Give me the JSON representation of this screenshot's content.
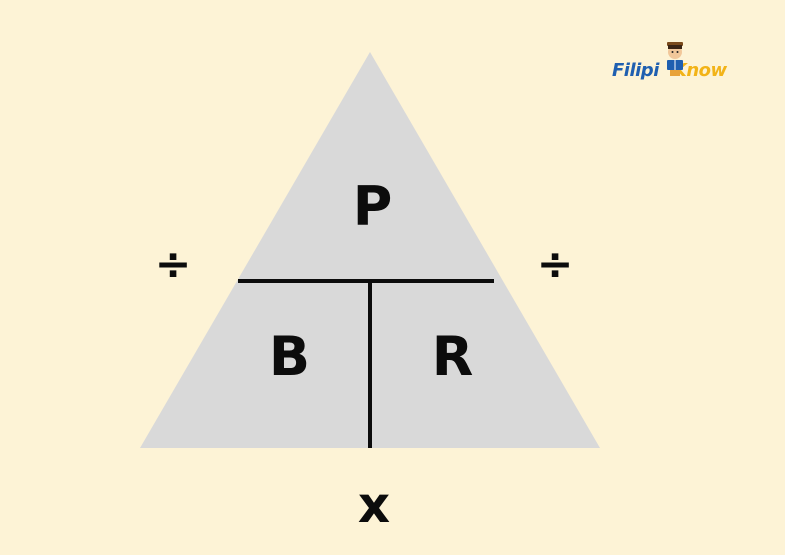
{
  "diagram": {
    "top_letter": "P",
    "bottom_left_letter": "B",
    "bottom_right_letter": "R",
    "left_operator": "÷",
    "right_operator": "÷",
    "bottom_operator": "x"
  },
  "logo": {
    "text_part_1": "Filipi",
    "text_part_2": "Know",
    "mascot_icon": "boy-reading-book-icon"
  },
  "colors": {
    "background": "#fdf3d6",
    "triangle_fill": "#d9d9d9",
    "line": "#0c0c0c",
    "logo_blue": "#1f5fb0",
    "logo_yellow": "#f2b318"
  }
}
